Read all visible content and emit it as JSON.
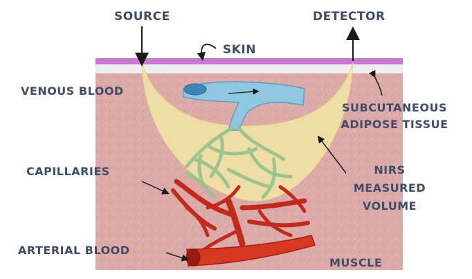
{
  "labels": {
    "source": "SOURCE",
    "detector": "DETECTOR",
    "skin": "SKIN",
    "venous_blood": "VENOUS BLOOD",
    "subcutaneous_line1": "SUBCUTANEOUS",
    "subcutaneous_line2": "ADIPOSE TISSUE",
    "capillaries": "CAPILLARIES",
    "nirs_line1": "NIRS",
    "nirs_line2": "MEASURED",
    "nirs_line3": "VOLUME",
    "arterial_blood": "ARTERIAL BLOOD",
    "muscle": "MUSCLE"
  },
  "colors": {
    "label_text": "#3f4d66",
    "skin_layer": "#c97ad0",
    "adipose_layer": "#eeeeee",
    "muscle_tissue": "#dcaaa8",
    "measured_volume": "#f1e7a6",
    "venous": "#8fc6e0",
    "capillary_mesh": "#a9cf9c",
    "arterial": "#c22a1c",
    "arrow": "#1a1a1a"
  }
}
